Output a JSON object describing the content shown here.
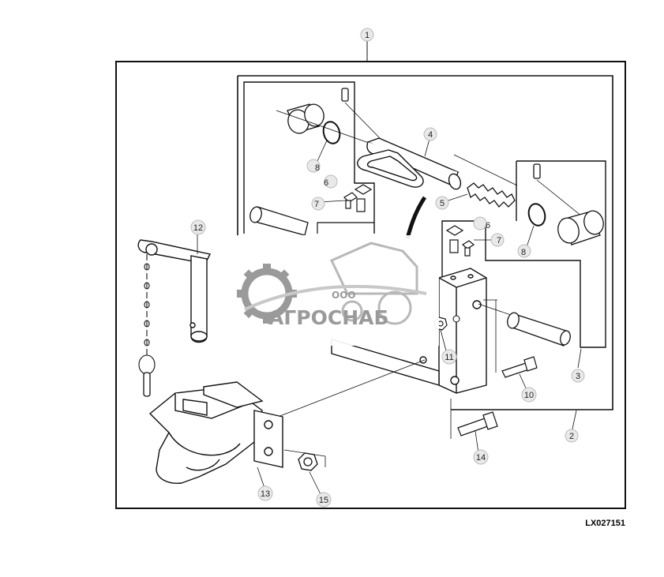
{
  "figure_code": "LX027151",
  "watermark": {
    "brand": "АГРОСНАБ",
    "prefix": "ООО"
  },
  "callouts": [
    {
      "key": "c1",
      "label": "1"
    },
    {
      "key": "c2",
      "label": "2"
    },
    {
      "key": "c3",
      "label": "3"
    },
    {
      "key": "c4",
      "label": "4"
    },
    {
      "key": "c5",
      "label": "5"
    },
    {
      "key": "c6a",
      "label": "6"
    },
    {
      "key": "c6b",
      "label": "6"
    },
    {
      "key": "c7a",
      "label": "7"
    },
    {
      "key": "c7b",
      "label": "7"
    },
    {
      "key": "c8a",
      "label": "8"
    },
    {
      "key": "c8b",
      "label": "8"
    },
    {
      "key": "c10",
      "label": "10"
    },
    {
      "key": "c11",
      "label": "11"
    },
    {
      "key": "c12",
      "label": "12"
    },
    {
      "key": "c13",
      "label": "13"
    },
    {
      "key": "c14",
      "label": "14"
    },
    {
      "key": "c15",
      "label": "15"
    }
  ],
  "colors": {
    "line": "#111111",
    "callout_fill": "#e9e9e9",
    "watermark": "#9a9a9a"
  }
}
